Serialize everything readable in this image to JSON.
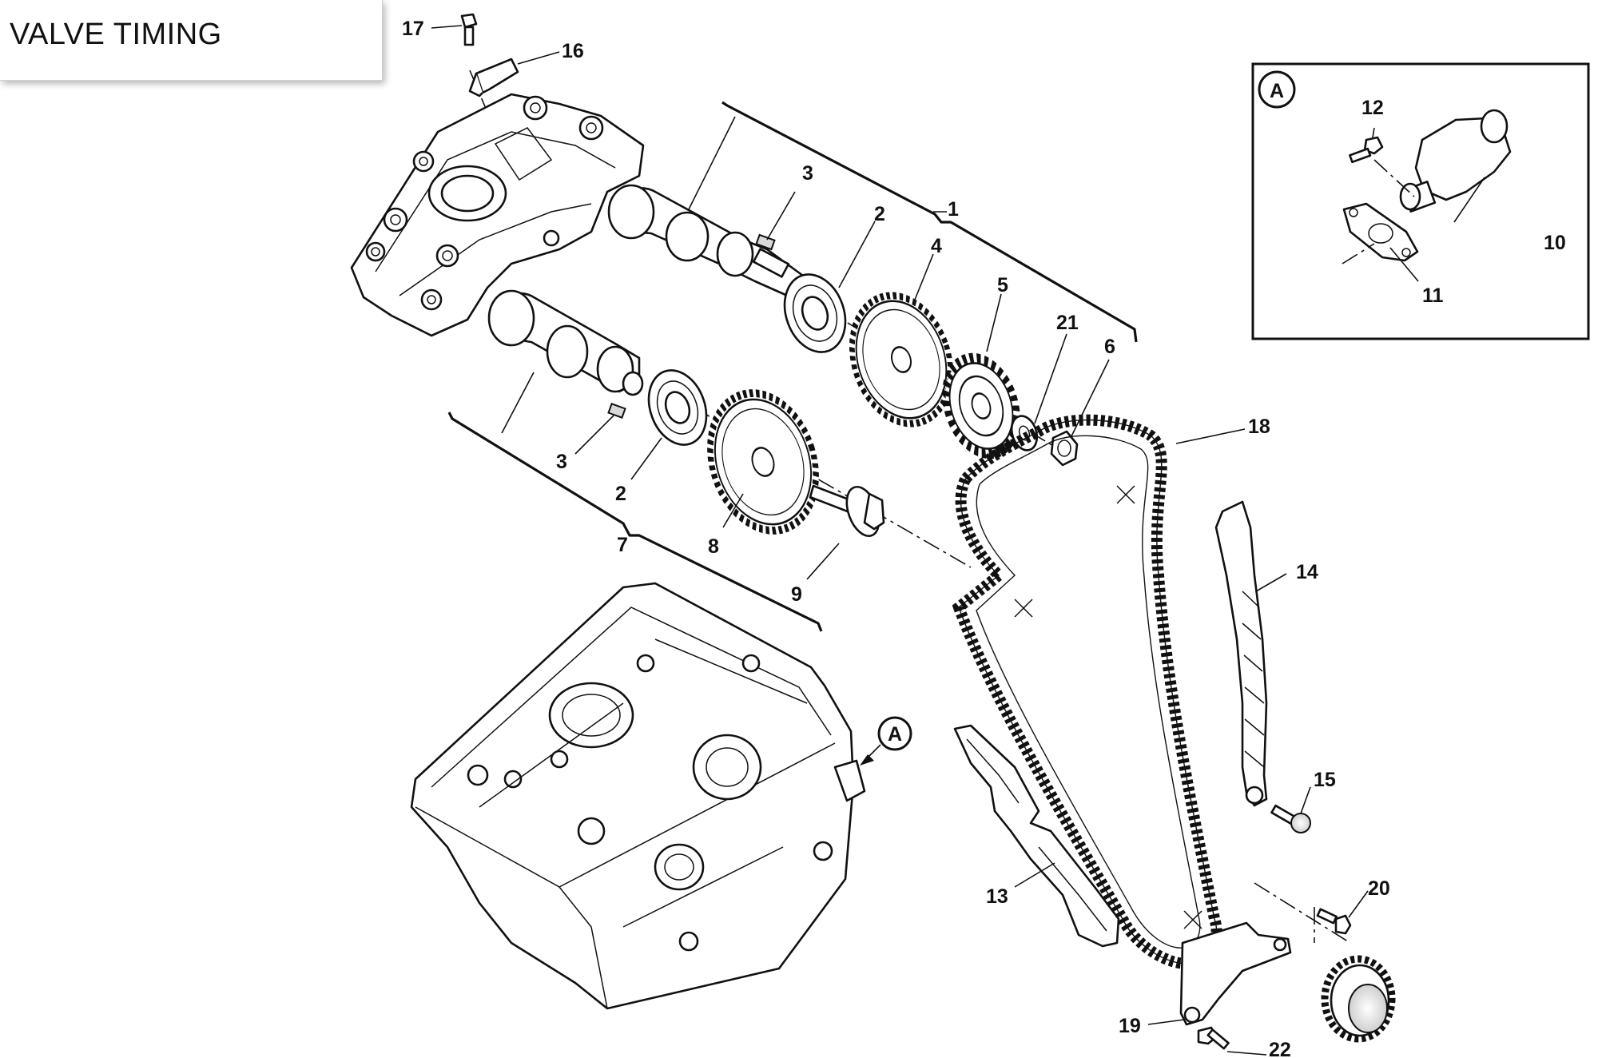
{
  "title": "VALVE TIMING",
  "inset": {
    "badge": "A"
  },
  "callout": {
    "badge": "A"
  },
  "labels": {
    "l1": "1",
    "l2a": "2",
    "l2b": "2",
    "l3a": "3",
    "l3b": "3",
    "l4": "4",
    "l5": "5",
    "l6": "6",
    "l7": "7",
    "l8": "8",
    "l9": "9",
    "l10": "10",
    "l11": "11",
    "l12": "12",
    "l13": "13",
    "l14": "14",
    "l15": "15",
    "l16": "16",
    "l17": "17",
    "l18": "18",
    "l19": "19",
    "l20": "20",
    "l21": "21",
    "l22": "22"
  }
}
